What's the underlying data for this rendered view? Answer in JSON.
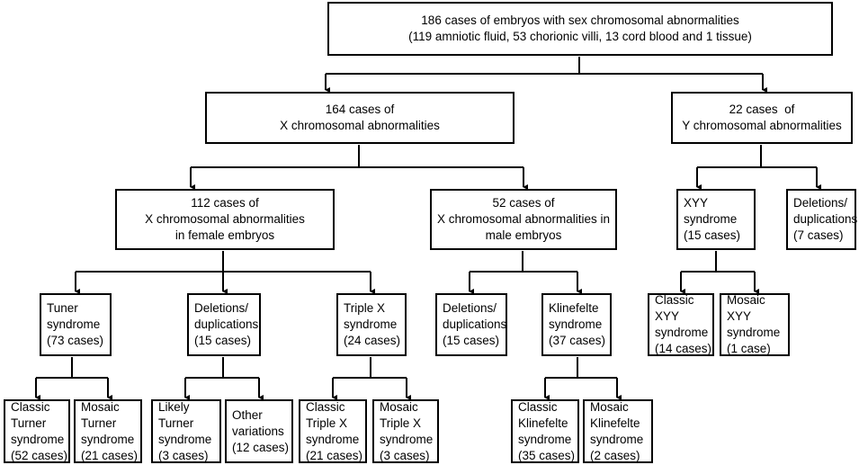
{
  "root": "186 cases of embryos with sex chromosomal abnormalities\n(119 amniotic fluid, 53 chorionic villi, 13 cord blood and 1 tissue)",
  "x_abn": "164 cases of\nX chromosomal abnormalities",
  "y_abn": "22 cases  of\nY chromosomal abnormalities",
  "x_female": "112 cases of\nX chromosomal abnormalities\nin female embryos",
  "x_male": "52 cases of\nX chromosomal abnormalities in\nmale embryos",
  "xyy": "XYY\nsyndrome\n(15 cases)",
  "y_deldup": "Deletions/\nduplications\n(7 cases)",
  "turner": "Tuner\nsyndrome\n(73 cases)",
  "female_deldup": "Deletions/\nduplications\n(15 cases)",
  "triple_x": "Triple X\nsyndrome\n(24 cases)",
  "male_deldup": "Deletions/\nduplications\n(15 cases)",
  "klinefelter": "Klinefelte\nsyndrome\n(37 cases)",
  "classic_xyy": "Classic\nXYY\nsyndrome\n(14 cases)",
  "mosaic_xyy": "Mosaic\nXYY\nsyndrome\n(1 case)",
  "classic_turner": "Classic\nTurner\nsyndrome\n(52 cases)",
  "mosaic_turner": "Mosaic\nTurner\nsyndrome\n(21 cases)",
  "likely_turner": "Likely\nTurner\nsyndrome\n(3 cases)",
  "other_variations": "Other\nvariations\n(12 cases)",
  "classic_triple_x": "Classic\nTriple X\nsyndrome\n(21 cases)",
  "mosaic_triple_x": "Mosaic\nTriple X\nsyndrome\n(3 cases)",
  "classic_klinefelter": "Classic\nKlinefelte\nsyndrome\n(35 cases)",
  "mosaic_klinefelter": "Mosaic\nKlinefelte\nsyndrome\n(2 cases)"
}
